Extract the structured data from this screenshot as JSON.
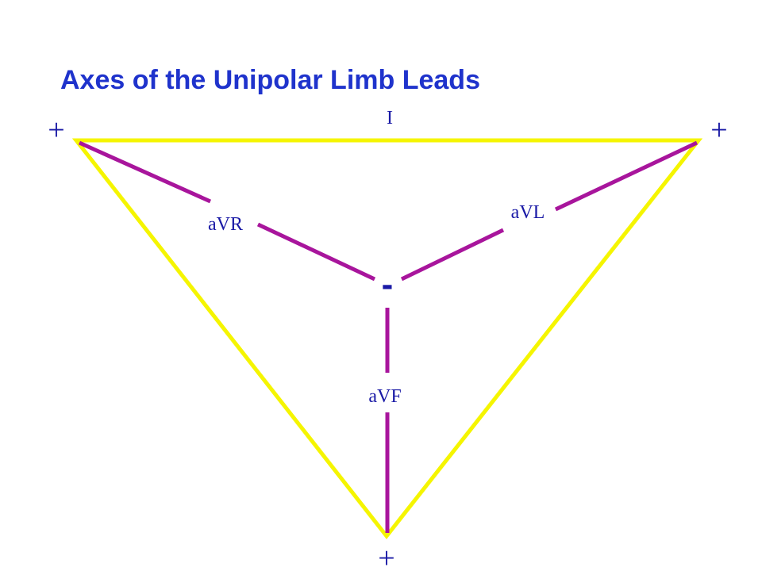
{
  "title": "Axes of the Unipolar Limb Leads",
  "leads": {
    "lead_I": "I",
    "aVR": "aVR",
    "aVL": "aVL",
    "aVF": "aVF"
  },
  "polarity": {
    "positive_left": "+",
    "positive_right": "+",
    "positive_bottom": "+",
    "negative_center": "-"
  },
  "colors": {
    "title": "#1f33cc",
    "triangle": "#f5f500",
    "axes": "#a8159c",
    "text": "#1a1aa6"
  }
}
